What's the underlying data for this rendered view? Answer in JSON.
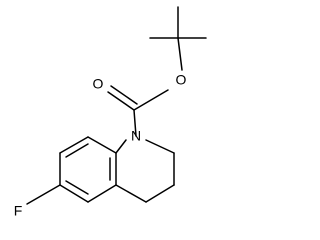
{
  "structure": {
    "atoms": {
      "o_ester": "O",
      "o_carbonyl": "O",
      "n_ring": "N",
      "f_sub": "F"
    }
  }
}
